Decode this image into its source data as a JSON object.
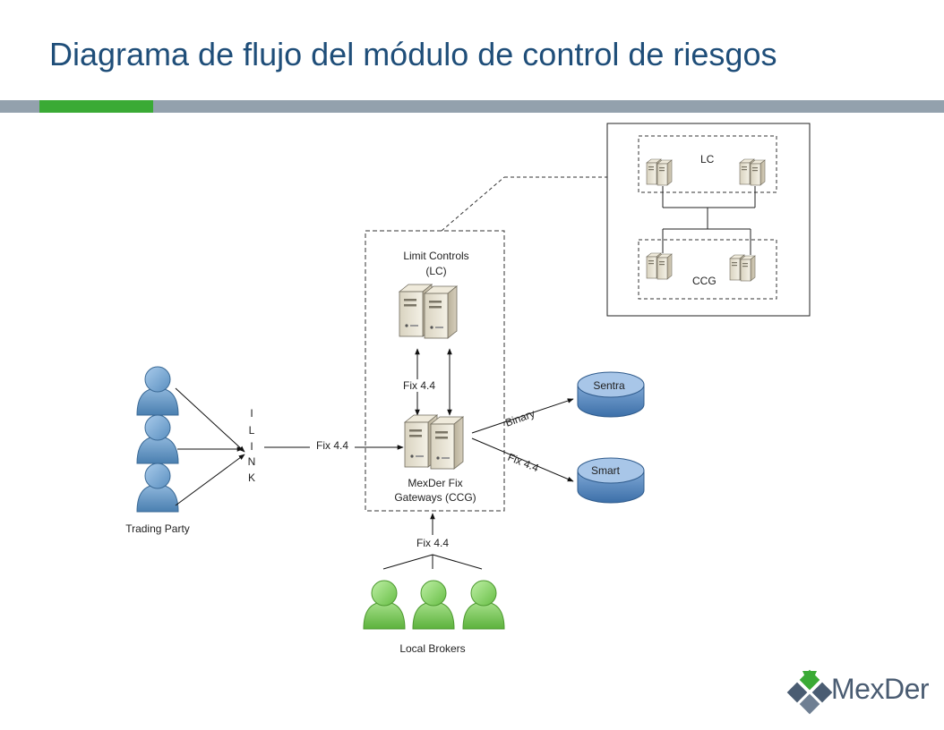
{
  "title": "Diagrama de flujo del módulo de control de riesgos",
  "diagram": {
    "lc_label_1": "Limit Controls",
    "lc_label_2": "(LC)",
    "fix_lc": "Fix 4.4",
    "ccg_label_1": "MexDer Fix",
    "ccg_label_2": "Gateways (CCG)",
    "ilink": [
      "I",
      "L",
      "I",
      "N",
      "K"
    ],
    "fix_ilink": "Fix 4.4",
    "trading_party": "Trading Party",
    "binary": "Binary",
    "fix_smart": "Fix 4.4",
    "sentra": "Sentra",
    "smart": "Smart",
    "fix_brokers": "Fix 4.4",
    "local_brokers": "Local Brokers",
    "inset_lc": "LC",
    "inset_ccg": "CCG"
  },
  "logo": {
    "text": "MexDer"
  },
  "colors": {
    "title": "#1f4e79",
    "bar": "#93a1ad",
    "accent": "#3aaa35"
  }
}
